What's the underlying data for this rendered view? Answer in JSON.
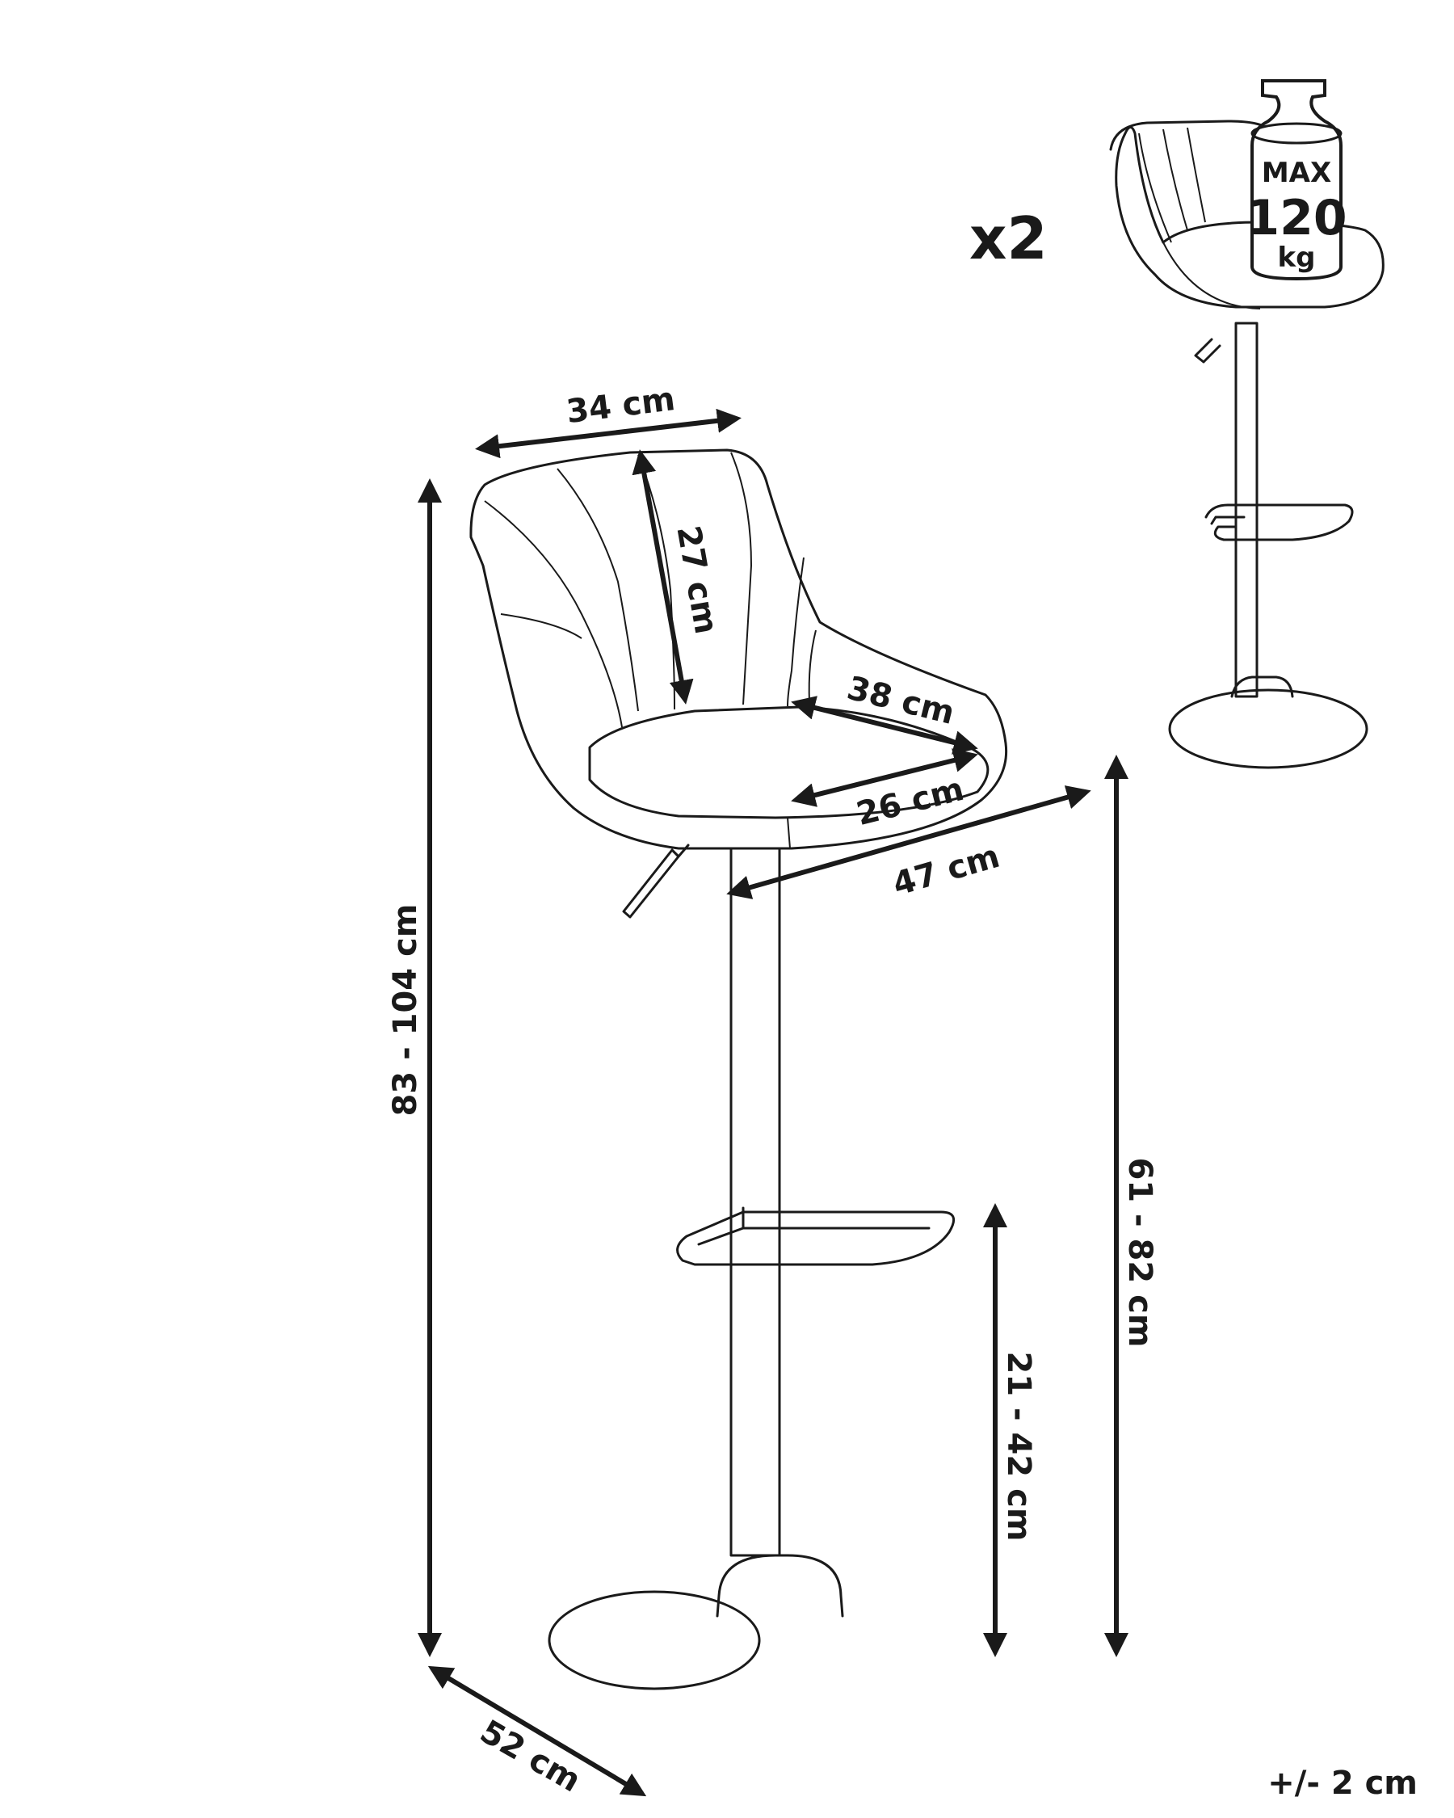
{
  "quantity_label": "x2",
  "max_load": {
    "line1": "MAX",
    "line2": "120",
    "line3": "kg"
  },
  "dimensions": {
    "backrest_width": "34 cm",
    "backrest_height": "27 cm",
    "seat_width": "38 cm",
    "seat_depth": "26 cm",
    "overall_width": "47 cm",
    "overall_height": "83 - 104 cm",
    "seat_height": "61 - 82 cm",
    "footrest_height": "21 - 42 cm",
    "base_diameter": "52 cm"
  },
  "tolerance": "+/- 2 cm"
}
